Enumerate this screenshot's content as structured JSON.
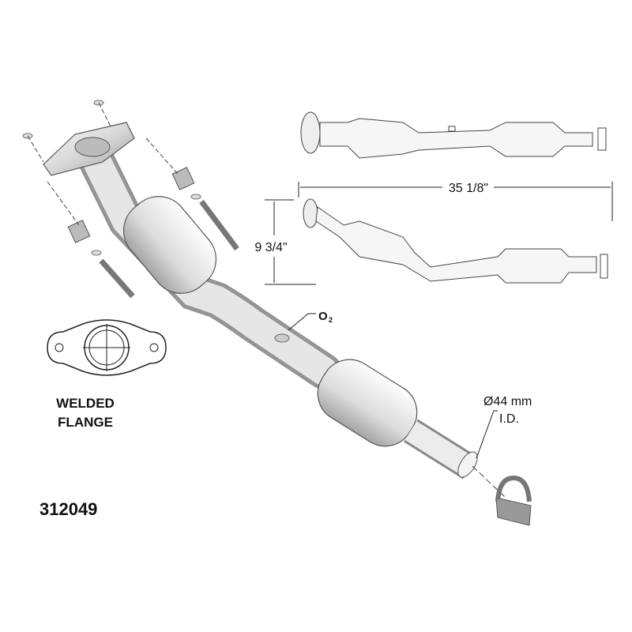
{
  "part_number": "312049",
  "flange_label": {
    "line1": "WELDED",
    "line2": "FLANGE"
  },
  "sensor_label": {
    "main": "O",
    "sub": "2"
  },
  "outlet_label": {
    "diameter": "Ø44 mm",
    "type": "I.D."
  },
  "dimensions": {
    "length": "35 1/8\"",
    "height": "9 3/4\""
  },
  "colors": {
    "metal_light": "#f2f2f2",
    "metal_dark": "#9a9a9a",
    "outline": "#555555",
    "text": "#111111"
  }
}
